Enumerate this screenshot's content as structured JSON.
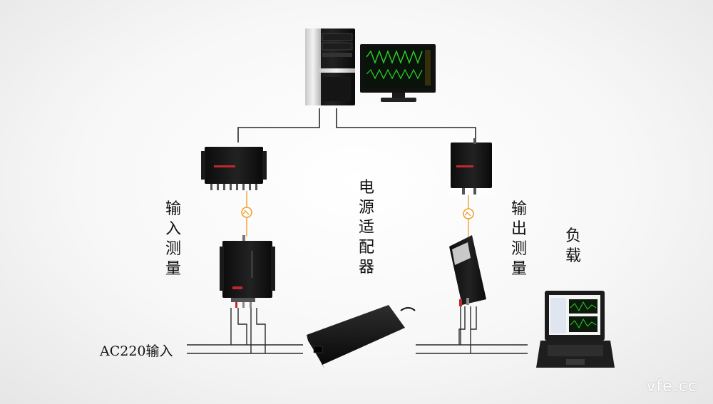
{
  "labels": {
    "input_measure": "输入测量",
    "output_measure": "输出测量",
    "power_adapter": "电源适配器",
    "load": "负载",
    "ac_input": "AC220输入"
  },
  "watermark": "vfe.cc",
  "icons": {
    "pc": "desktop-computer-icon",
    "monitor": "monitor-waveform-icon",
    "acq_left": "data-acquisition-unit-icon",
    "acq_right": "data-acquisition-unit-icon",
    "sensor_input": "power-sensor-icon",
    "sensor_output": "power-sensor-icon",
    "link": "optical-link-icon",
    "adapter": "power-adapter-icon",
    "laptop": "laptop-icon"
  },
  "colors": {
    "device": "#141414",
    "wire": "#2a2a2a",
    "link_orange": "#f0a030",
    "screen_green": "#2bd42b",
    "accent_red": "#c0282c"
  }
}
